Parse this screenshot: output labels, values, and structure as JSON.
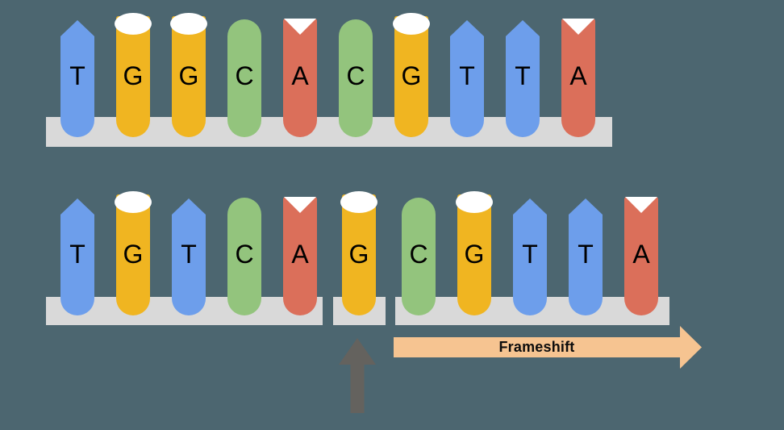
{
  "colors": {
    "background": "#4C6670",
    "base_T": "#6D9EEB",
    "base_G": "#F0B521",
    "base_C": "#93C47D",
    "base_A": "#DB6F5A",
    "backbone": "#D9D9D9",
    "insert_arrow": "#64625E",
    "frameshift_arrow": "#F6C491",
    "letter": "#000000",
    "notch": "#FFFFFF"
  },
  "base_shapes": {
    "T": "pointed-top-pill",
    "G": "round-notch-top-pill",
    "C": "rounded-top-pill",
    "A": "v-notch-top-pill"
  },
  "rows": [
    {
      "name": "original-sequence",
      "sequence": [
        "T",
        "G",
        "G",
        "C",
        "A",
        "C",
        "G",
        "T",
        "T",
        "A"
      ]
    },
    {
      "name": "mutated-sequence",
      "sequence": [
        "T",
        "G",
        "T",
        "C",
        "A",
        "G",
        "C",
        "G",
        "T",
        "T",
        "A"
      ],
      "inserted_index": 5
    }
  ],
  "frameshift_label": "Frameshift"
}
